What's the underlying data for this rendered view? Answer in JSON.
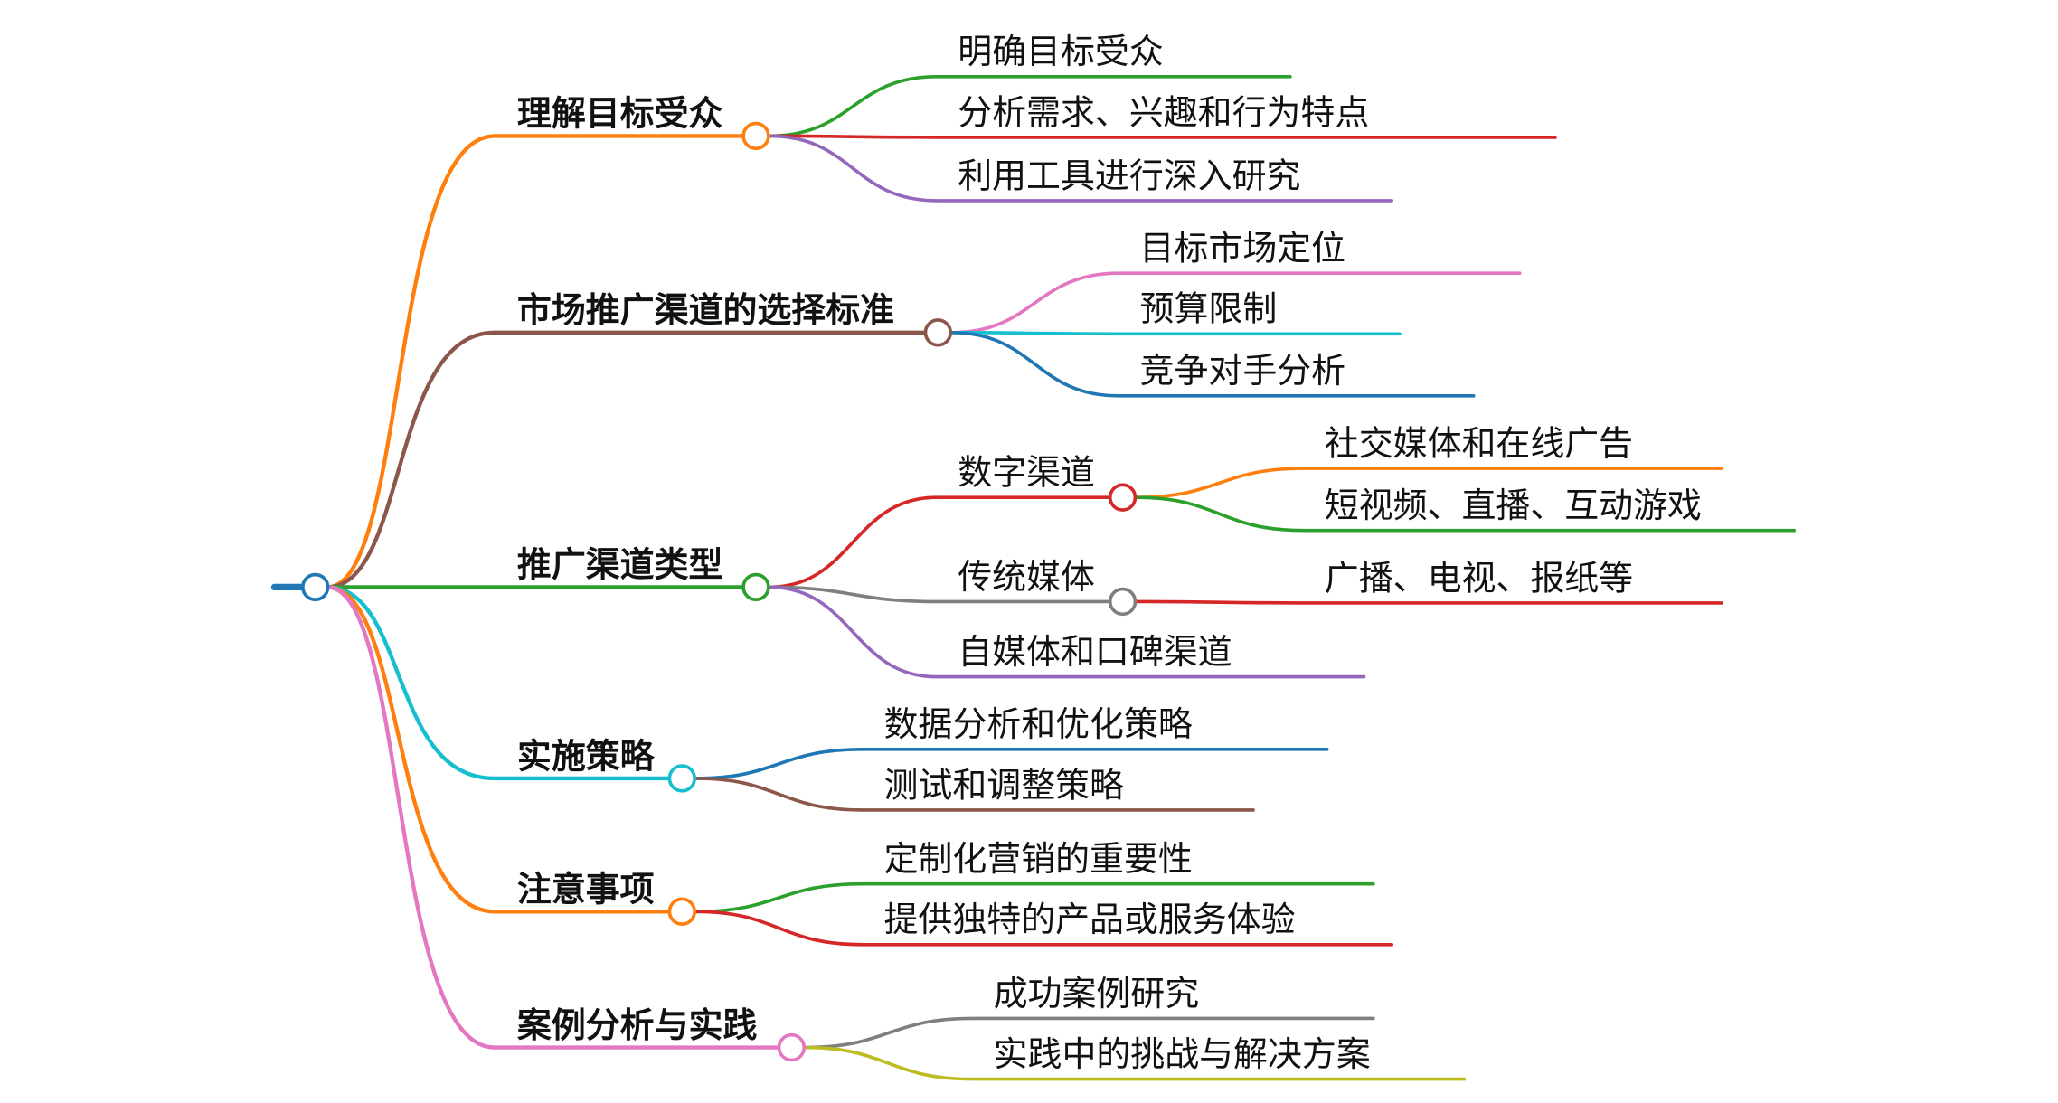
{
  "root": {
    "color": "#1f77b4"
  },
  "branches": [
    {
      "label": "理解目标受众",
      "color": "#ff7f0e",
      "children": [
        {
          "label": "明确目标受众",
          "color": "#2ca02c"
        },
        {
          "label": "分析需求、兴趣和行为特点",
          "color": "#d62728"
        },
        {
          "label": "利用工具进行深入研究",
          "color": "#9467bd"
        }
      ]
    },
    {
      "label": "市场推广渠道的选择标准",
      "color": "#8c564b",
      "children": [
        {
          "label": "目标市场定位",
          "color": "#e377c2"
        },
        {
          "label": "预算限制",
          "color": "#17becf"
        },
        {
          "label": "竞争对手分析",
          "color": "#1f77b4"
        }
      ]
    },
    {
      "label": "推广渠道类型",
      "color": "#2ca02c",
      "children": [
        {
          "label": "数字渠道",
          "color": "#d62728",
          "children": [
            {
              "label": "社交媒体和在线广告",
              "color": "#ff7f0e"
            },
            {
              "label": "短视频、直播、互动游戏",
              "color": "#2ca02c"
            }
          ]
        },
        {
          "label": "传统媒体",
          "color": "#7f7f7f",
          "children": [
            {
              "label": "广播、电视、报纸等",
              "color": "#d62728"
            }
          ]
        },
        {
          "label": "自媒体和口碑渠道",
          "color": "#9467bd"
        }
      ]
    },
    {
      "label": "实施策略",
      "color": "#17becf",
      "children": [
        {
          "label": "数据分析和优化策略",
          "color": "#1f77b4"
        },
        {
          "label": "测试和调整策略",
          "color": "#8c564b"
        }
      ]
    },
    {
      "label": "注意事项",
      "color": "#ff7f0e",
      "children": [
        {
          "label": "定制化营销的重要性",
          "color": "#2ca02c"
        },
        {
          "label": "提供独特的产品或服务体验",
          "color": "#d62728"
        }
      ]
    },
    {
      "label": "案例分析与实践",
      "color": "#e377c2",
      "children": [
        {
          "label": "成功案例研究",
          "color": "#7f7f7f"
        },
        {
          "label": "实践中的挑战与解决方案",
          "color": "#bcbd22"
        }
      ]
    }
  ]
}
